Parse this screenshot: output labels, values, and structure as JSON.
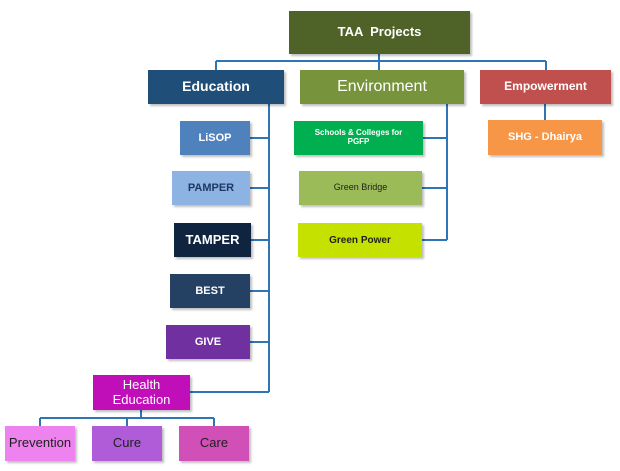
{
  "root": {
    "label": "TAA  Projects",
    "color": "#4f6228",
    "text_color": "#ffffff"
  },
  "connector_color": "#2e75b6",
  "categories": {
    "education": {
      "label": "Education",
      "color": "#1f4e79",
      "text_color": "#ffffff"
    },
    "environment": {
      "label": "Environment",
      "color": "#77933c",
      "text_color": "#ffffff"
    },
    "empowerment": {
      "label": "Empowerment",
      "color": "#c0504d",
      "text_color": "#ffffff"
    }
  },
  "education_items": [
    {
      "label": "LiSOP",
      "color": "#4f81bd",
      "text_color": "#ffffff"
    },
    {
      "label": "PAMPER",
      "color": "#8db3e2",
      "text_color": "#1f3864"
    },
    {
      "label": "TAMPER",
      "color": "#0f243e",
      "text_color": "#ffffff"
    },
    {
      "label": "BEST",
      "color": "#244062",
      "text_color": "#ffffff"
    },
    {
      "label": "GIVE",
      "color": "#7030a0",
      "text_color": "#ffffff"
    }
  ],
  "health_education": {
    "label": "Health Education",
    "color": "#c00fb8",
    "text_color": "#ffffff",
    "children": [
      {
        "label": "Prevention",
        "color": "#ee82ee",
        "text_color": "#1f1f1f"
      },
      {
        "label": "Cure",
        "color": "#b05bd8",
        "text_color": "#1f1f1f"
      },
      {
        "label": "Care",
        "color": "#d050b8",
        "text_color": "#1f1f1f"
      }
    ]
  },
  "environment_items": [
    {
      "label": "Schools & Colleges for PGFP",
      "color": "#00b050",
      "text_color": "#ffffff"
    },
    {
      "label": "Green Bridge",
      "color": "#9bbb59",
      "text_color": "#1f1f1f"
    },
    {
      "label": "Green Power",
      "color": "#c4e100",
      "text_color": "#1f1f1f"
    }
  ],
  "empowerment_items": [
    {
      "label": "SHG - Dhairya",
      "color": "#f79646",
      "text_color": "#ffffff"
    }
  ]
}
